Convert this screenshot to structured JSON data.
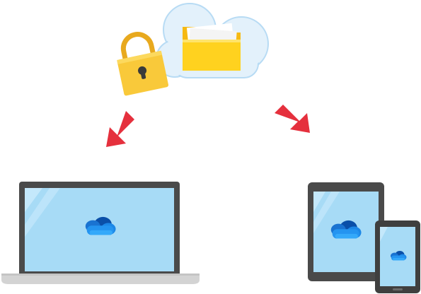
{
  "illustration": {
    "top": {
      "cloud": "cloud-storage",
      "folder_icon": "folder-icon",
      "lock_icon": "padlock-icon"
    },
    "arrows": [
      "arrow-down-left-icon",
      "arrow-down-right-icon"
    ],
    "devices": [
      {
        "kind": "laptop",
        "screen_icon": "onedrive-cloud-icon"
      },
      {
        "kind": "tablet",
        "screen_icon": "onedrive-cloud-icon"
      },
      {
        "kind": "phone",
        "screen_icon": "onedrive-cloud-icon"
      }
    ]
  },
  "colors": {
    "cloud_fill": "#E3F1FB",
    "cloud_outline": "#B7DBF4",
    "folder_yellow": "#FFD21F",
    "folder_tab": "#F6B912",
    "lock_yellow": "#F9C93A",
    "arrow_red": "#E5303D",
    "device_frame": "#4A4A4A",
    "screen_blue": "#A7DBF6",
    "laptop_base": "#D3D3D3",
    "onedrive_blue": "#0F6CBD"
  }
}
